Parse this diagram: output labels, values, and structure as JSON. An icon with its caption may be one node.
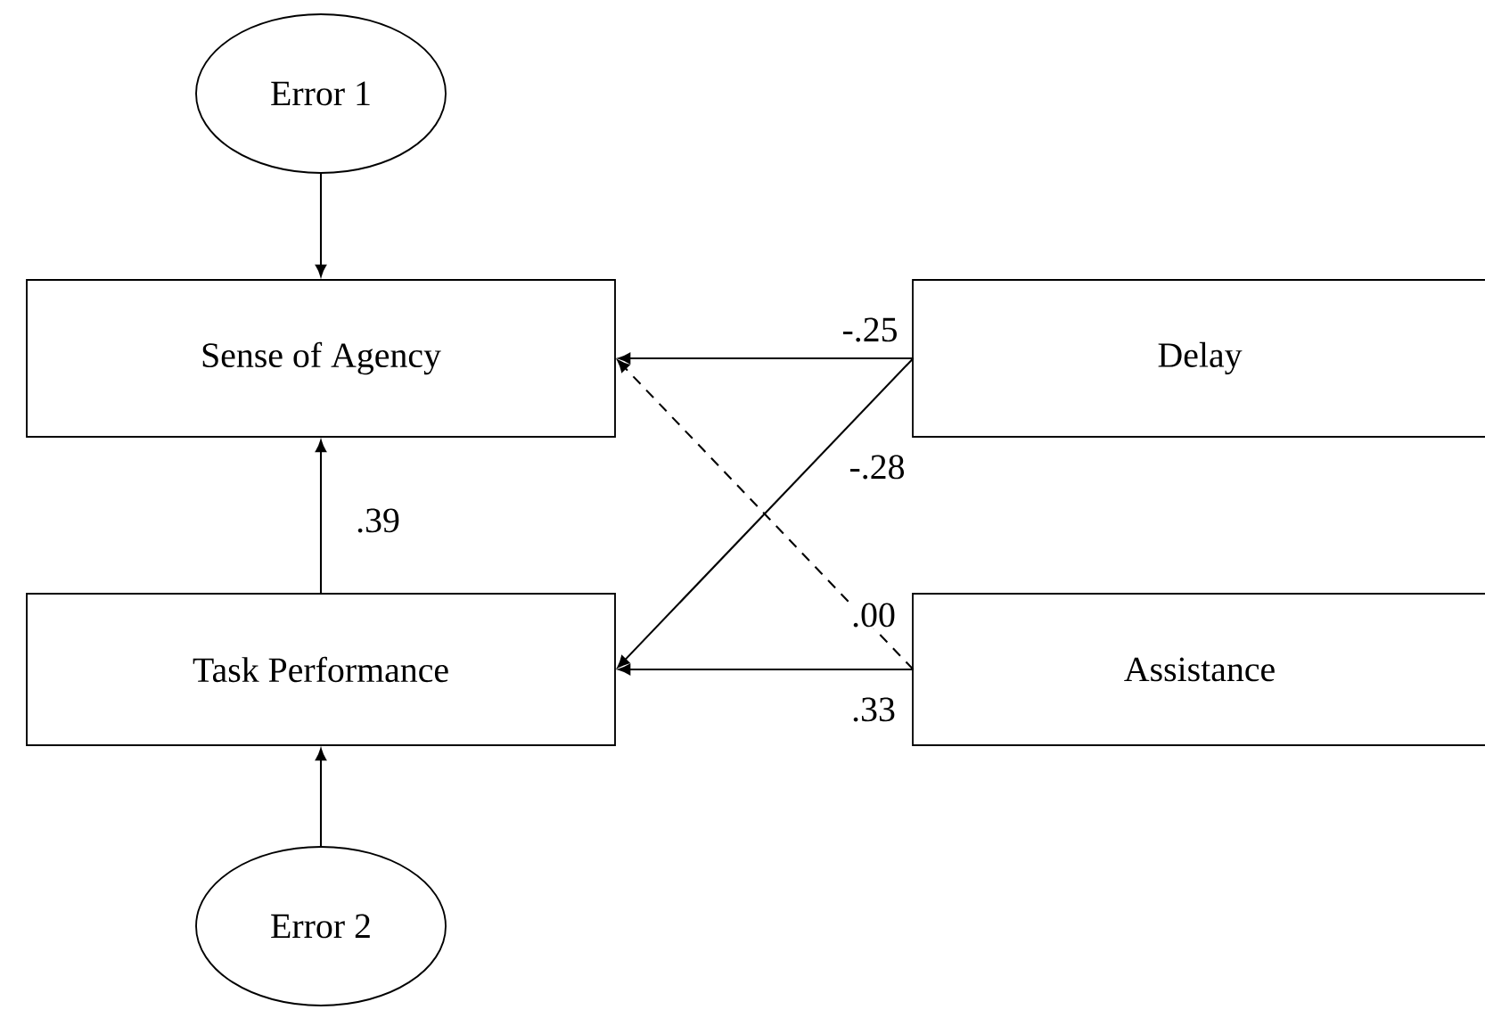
{
  "diagram": {
    "nodes": [
      {
        "text": [
          "Error 1"
        ]
      },
      {
        "text": [
          "Sense of Agency"
        ]
      },
      {
        "text": [
          "Delay"
        ]
      },
      {
        "text": [
          "Task Performance"
        ]
      },
      {
        "text": [
          "Assistance"
        ]
      },
      {
        "text": [
          "Error 2"
        ]
      }
    ],
    "edges": [
      {
        "from": 0,
        "to": 1,
        "arrow": "to"
      },
      {
        "from": 2,
        "to": 1,
        "arrow": "to",
        "label": "-.25"
      },
      {
        "from": 2,
        "to": 3,
        "arrow": "to",
        "label": "-.28"
      },
      {
        "from": 3,
        "to": 1,
        "arrow": "to",
        "label": ".39"
      },
      {
        "from": 4,
        "to": 1,
        "arrow": "to",
        "label": ".00",
        "style": "dashed"
      },
      {
        "from": 4,
        "to": 3,
        "arrow": "to",
        "label": ".33"
      },
      {
        "from": 5,
        "to": 3,
        "arrow": "to"
      }
    ]
  }
}
